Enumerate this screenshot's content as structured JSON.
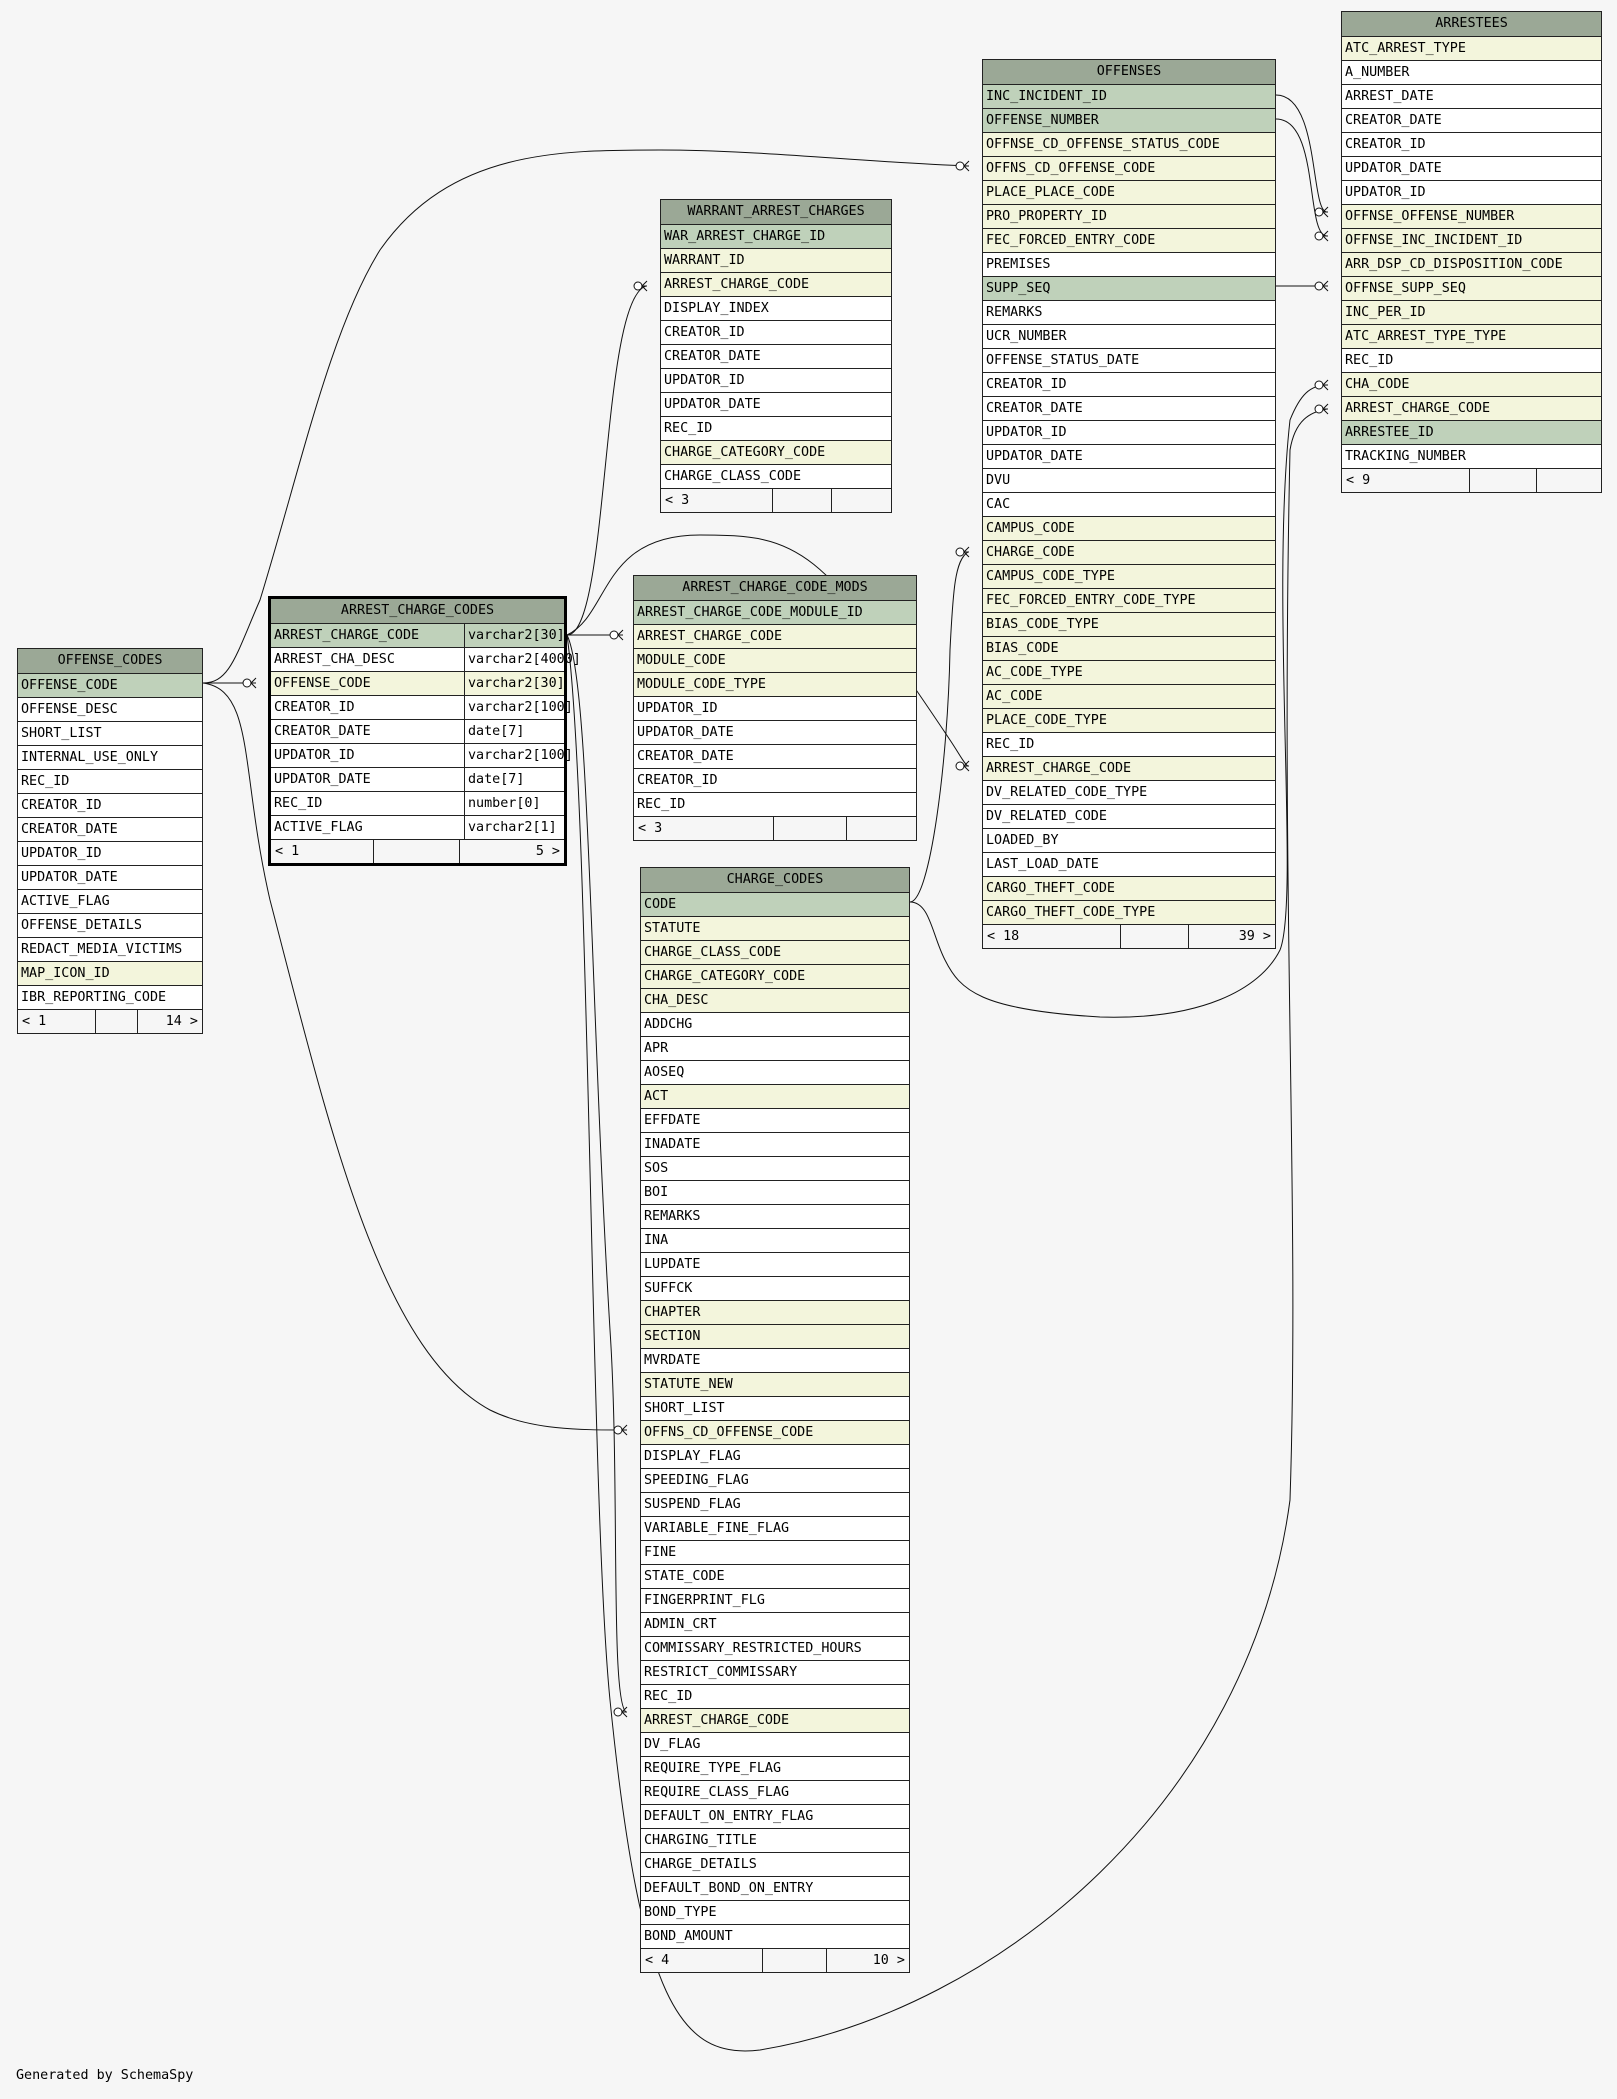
{
  "footer_text": "Generated by SchemaSpy",
  "colors": {
    "background": "#f6f6f6",
    "header": "#9ba896",
    "primary_key_row": "#bfd1ba",
    "foreign_key_row": "#f3f5dc",
    "plain_row": "#ffffff"
  },
  "tables": [
    {
      "id": "offense_codes",
      "name": "OFFENSE_CODES",
      "columns": [
        {
          "name": "OFFENSE_CODE",
          "kind": "pk"
        },
        {
          "name": "OFFENSE_DESC",
          "kind": "plain"
        },
        {
          "name": "SHORT_LIST",
          "kind": "plain"
        },
        {
          "name": "INTERNAL_USE_ONLY",
          "kind": "plain"
        },
        {
          "name": "REC_ID",
          "kind": "plain"
        },
        {
          "name": "CREATOR_ID",
          "kind": "plain"
        },
        {
          "name": "CREATOR_DATE",
          "kind": "plain"
        },
        {
          "name": "UPDATOR_ID",
          "kind": "plain"
        },
        {
          "name": "UPDATOR_DATE",
          "kind": "plain"
        },
        {
          "name": "ACTIVE_FLAG",
          "kind": "plain"
        },
        {
          "name": "OFFENSE_DETAILS",
          "kind": "plain"
        },
        {
          "name": "REDACT_MEDIA_VICTIMS",
          "kind": "plain"
        },
        {
          "name": "MAP_ICON_ID",
          "kind": "fk"
        },
        {
          "name": "IBR_REPORTING_CODE",
          "kind": "plain"
        }
      ],
      "footer": [
        "< 1",
        "",
        "14 >"
      ]
    },
    {
      "id": "arrest_charge_codes",
      "name": "ARREST_CHARGE_CODES",
      "focus": true,
      "columns": [
        {
          "name": "ARREST_CHARGE_CODE",
          "type": "varchar2[30]",
          "kind": "pk"
        },
        {
          "name": "ARREST_CHA_DESC",
          "type": "varchar2[4000]",
          "kind": "plain"
        },
        {
          "name": "OFFENSE_CODE",
          "type": "varchar2[30]",
          "kind": "fk"
        },
        {
          "name": "CREATOR_ID",
          "type": "varchar2[100]",
          "kind": "plain"
        },
        {
          "name": "CREATOR_DATE",
          "type": "date[7]",
          "kind": "plain"
        },
        {
          "name": "UPDATOR_ID",
          "type": "varchar2[100]",
          "kind": "plain"
        },
        {
          "name": "UPDATOR_DATE",
          "type": "date[7]",
          "kind": "plain"
        },
        {
          "name": "REC_ID",
          "type": "number[0]",
          "kind": "plain"
        },
        {
          "name": "ACTIVE_FLAG",
          "type": "varchar2[1]",
          "kind": "plain"
        }
      ],
      "footer": [
        "< 1",
        "",
        "5 >"
      ]
    },
    {
      "id": "warrant_arrest_charges",
      "name": "WARRANT_ARREST_CHARGES",
      "columns": [
        {
          "name": "WAR_ARREST_CHARGE_ID",
          "kind": "pk"
        },
        {
          "name": "WARRANT_ID",
          "kind": "fk"
        },
        {
          "name": "ARREST_CHARGE_CODE",
          "kind": "fk"
        },
        {
          "name": "DISPLAY_INDEX",
          "kind": "plain"
        },
        {
          "name": "CREATOR_ID",
          "kind": "plain"
        },
        {
          "name": "CREATOR_DATE",
          "kind": "plain"
        },
        {
          "name": "UPDATOR_ID",
          "kind": "plain"
        },
        {
          "name": "UPDATOR_DATE",
          "kind": "plain"
        },
        {
          "name": "REC_ID",
          "kind": "plain"
        },
        {
          "name": "CHARGE_CATEGORY_CODE",
          "kind": "fk"
        },
        {
          "name": "CHARGE_CLASS_CODE",
          "kind": "plain"
        }
      ],
      "footer": [
        "< 3",
        "",
        ""
      ]
    },
    {
      "id": "arrest_charge_code_mods",
      "name": "ARREST_CHARGE_CODE_MODS",
      "columns": [
        {
          "name": "ARREST_CHARGE_CODE_MODULE_ID",
          "kind": "pk"
        },
        {
          "name": "ARREST_CHARGE_CODE",
          "kind": "fk"
        },
        {
          "name": "MODULE_CODE",
          "kind": "fk"
        },
        {
          "name": "MODULE_CODE_TYPE",
          "kind": "fk"
        },
        {
          "name": "UPDATOR_ID",
          "kind": "plain"
        },
        {
          "name": "UPDATOR_DATE",
          "kind": "plain"
        },
        {
          "name": "CREATOR_DATE",
          "kind": "plain"
        },
        {
          "name": "CREATOR_ID",
          "kind": "plain"
        },
        {
          "name": "REC_ID",
          "kind": "plain"
        }
      ],
      "footer": [
        "< 3",
        "",
        ""
      ]
    },
    {
      "id": "charge_codes",
      "name": "CHARGE_CODES",
      "columns": [
        {
          "name": "CODE",
          "kind": "pk"
        },
        {
          "name": "STATUTE",
          "kind": "fk"
        },
        {
          "name": "CHARGE_CLASS_CODE",
          "kind": "fk"
        },
        {
          "name": "CHARGE_CATEGORY_CODE",
          "kind": "fk"
        },
        {
          "name": "CHA_DESC",
          "kind": "fk"
        },
        {
          "name": "ADDCHG",
          "kind": "plain"
        },
        {
          "name": "APR",
          "kind": "plain"
        },
        {
          "name": "AOSEQ",
          "kind": "plain"
        },
        {
          "name": "ACT",
          "kind": "fk"
        },
        {
          "name": "EFFDATE",
          "kind": "plain"
        },
        {
          "name": "INADATE",
          "kind": "plain"
        },
        {
          "name": "SOS",
          "kind": "plain"
        },
        {
          "name": "BOI",
          "kind": "plain"
        },
        {
          "name": "REMARKS",
          "kind": "plain"
        },
        {
          "name": "INA",
          "kind": "plain"
        },
        {
          "name": "LUPDATE",
          "kind": "plain"
        },
        {
          "name": "SUFFCK",
          "kind": "plain"
        },
        {
          "name": "CHAPTER",
          "kind": "fk"
        },
        {
          "name": "SECTION",
          "kind": "fk"
        },
        {
          "name": "MVRDATE",
          "kind": "plain"
        },
        {
          "name": "STATUTE_NEW",
          "kind": "fk"
        },
        {
          "name": "SHORT_LIST",
          "kind": "plain"
        },
        {
          "name": "OFFNS_CD_OFFENSE_CODE",
          "kind": "fk"
        },
        {
          "name": "DISPLAY_FLAG",
          "kind": "plain"
        },
        {
          "name": "SPEEDING_FLAG",
          "kind": "plain"
        },
        {
          "name": "SUSPEND_FLAG",
          "kind": "plain"
        },
        {
          "name": "VARIABLE_FINE_FLAG",
          "kind": "plain"
        },
        {
          "name": "FINE",
          "kind": "plain"
        },
        {
          "name": "STATE_CODE",
          "kind": "plain"
        },
        {
          "name": "FINGERPRINT_FLG",
          "kind": "plain"
        },
        {
          "name": "ADMIN_CRT",
          "kind": "plain"
        },
        {
          "name": "COMMISSARY_RESTRICTED_HOURS",
          "kind": "plain"
        },
        {
          "name": "RESTRICT_COMMISSARY",
          "kind": "plain"
        },
        {
          "name": "REC_ID",
          "kind": "plain"
        },
        {
          "name": "ARREST_CHARGE_CODE",
          "kind": "fk"
        },
        {
          "name": "DV_FLAG",
          "kind": "plain"
        },
        {
          "name": "REQUIRE_TYPE_FLAG",
          "kind": "plain"
        },
        {
          "name": "REQUIRE_CLASS_FLAG",
          "kind": "plain"
        },
        {
          "name": "DEFAULT_ON_ENTRY_FLAG",
          "kind": "plain"
        },
        {
          "name": "CHARGING_TITLE",
          "kind": "plain"
        },
        {
          "name": "CHARGE_DETAILS",
          "kind": "plain"
        },
        {
          "name": "DEFAULT_BOND_ON_ENTRY",
          "kind": "plain"
        },
        {
          "name": "BOND_TYPE",
          "kind": "plain"
        },
        {
          "name": "BOND_AMOUNT",
          "kind": "plain"
        }
      ],
      "footer": [
        "< 4",
        "",
        "10 >"
      ]
    },
    {
      "id": "offenses",
      "name": "OFFENSES",
      "columns": [
        {
          "name": "INC_INCIDENT_ID",
          "kind": "pk"
        },
        {
          "name": "OFFENSE_NUMBER",
          "kind": "pk"
        },
        {
          "name": "OFFNSE_CD_OFFENSE_STATUS_CODE",
          "kind": "fk"
        },
        {
          "name": "OFFNS_CD_OFFENSE_CODE",
          "kind": "fk"
        },
        {
          "name": "PLACE_PLACE_CODE",
          "kind": "fk"
        },
        {
          "name": "PRO_PROPERTY_ID",
          "kind": "fk"
        },
        {
          "name": "FEC_FORCED_ENTRY_CODE",
          "kind": "fk"
        },
        {
          "name": "PREMISES",
          "kind": "plain"
        },
        {
          "name": "SUPP_SEQ",
          "kind": "pk"
        },
        {
          "name": "REMARKS",
          "kind": "plain"
        },
        {
          "name": "UCR_NUMBER",
          "kind": "plain"
        },
        {
          "name": "OFFENSE_STATUS_DATE",
          "kind": "plain"
        },
        {
          "name": "CREATOR_ID",
          "kind": "plain"
        },
        {
          "name": "CREATOR_DATE",
          "kind": "plain"
        },
        {
          "name": "UPDATOR_ID",
          "kind": "plain"
        },
        {
          "name": "UPDATOR_DATE",
          "kind": "plain"
        },
        {
          "name": "DVU",
          "kind": "plain"
        },
        {
          "name": "CAC",
          "kind": "plain"
        },
        {
          "name": "CAMPUS_CODE",
          "kind": "fk"
        },
        {
          "name": "CHARGE_CODE",
          "kind": "fk"
        },
        {
          "name": "CAMPUS_CODE_TYPE",
          "kind": "fk"
        },
        {
          "name": "FEC_FORCED_ENTRY_CODE_TYPE",
          "kind": "fk"
        },
        {
          "name": "BIAS_CODE_TYPE",
          "kind": "fk"
        },
        {
          "name": "BIAS_CODE",
          "kind": "fk"
        },
        {
          "name": "AC_CODE_TYPE",
          "kind": "fk"
        },
        {
          "name": "AC_CODE",
          "kind": "fk"
        },
        {
          "name": "PLACE_CODE_TYPE",
          "kind": "fk"
        },
        {
          "name": "REC_ID",
          "kind": "plain"
        },
        {
          "name": "ARREST_CHARGE_CODE",
          "kind": "fk"
        },
        {
          "name": "DV_RELATED_CODE_TYPE",
          "kind": "plain"
        },
        {
          "name": "DV_RELATED_CODE",
          "kind": "plain"
        },
        {
          "name": "LOADED_BY",
          "kind": "plain"
        },
        {
          "name": "LAST_LOAD_DATE",
          "kind": "plain"
        },
        {
          "name": "CARGO_THEFT_CODE",
          "kind": "fk"
        },
        {
          "name": "CARGO_THEFT_CODE_TYPE",
          "kind": "fk"
        }
      ],
      "footer": [
        "< 18",
        "",
        "39 >"
      ]
    },
    {
      "id": "arrestees",
      "name": "ARRESTEES",
      "columns": [
        {
          "name": "ATC_ARREST_TYPE",
          "kind": "fk"
        },
        {
          "name": "A_NUMBER",
          "kind": "plain"
        },
        {
          "name": "ARREST_DATE",
          "kind": "plain"
        },
        {
          "name": "CREATOR_DATE",
          "kind": "plain"
        },
        {
          "name": "CREATOR_ID",
          "kind": "plain"
        },
        {
          "name": "UPDATOR_DATE",
          "kind": "plain"
        },
        {
          "name": "UPDATOR_ID",
          "kind": "plain"
        },
        {
          "name": "OFFNSE_OFFENSE_NUMBER",
          "kind": "fk"
        },
        {
          "name": "OFFNSE_INC_INCIDENT_ID",
          "kind": "fk"
        },
        {
          "name": "ARR_DSP_CD_DISPOSITION_CODE",
          "kind": "fk"
        },
        {
          "name": "OFFNSE_SUPP_SEQ",
          "kind": "fk"
        },
        {
          "name": "INC_PER_ID",
          "kind": "fk"
        },
        {
          "name": "ATC_ARREST_TYPE_TYPE",
          "kind": "fk"
        },
        {
          "name": "REC_ID",
          "kind": "plain"
        },
        {
          "name": "CHA_CODE",
          "kind": "fk"
        },
        {
          "name": "ARREST_CHARGE_CODE",
          "kind": "fk"
        },
        {
          "name": "ARRESTEE_ID",
          "kind": "pk"
        },
        {
          "name": "TRACKING_NUMBER",
          "kind": "plain"
        }
      ],
      "footer": [
        "< 9",
        "",
        ""
      ]
    }
  ],
  "relationships": [
    {
      "from_table": "ARREST_CHARGE_CODES",
      "from_column": "OFFENSE_CODE",
      "to_table": "OFFENSE_CODES",
      "to_column": "OFFENSE_CODE"
    },
    {
      "from_table": "OFFENSES",
      "from_column": "OFFNS_CD_OFFENSE_CODE",
      "to_table": "OFFENSE_CODES",
      "to_column": "OFFENSE_CODE"
    },
    {
      "from_table": "CHARGE_CODES",
      "from_column": "OFFNS_CD_OFFENSE_CODE",
      "to_table": "OFFENSE_CODES",
      "to_column": "OFFENSE_CODE"
    },
    {
      "from_table": "WARRANT_ARREST_CHARGES",
      "from_column": "ARREST_CHARGE_CODE",
      "to_table": "ARREST_CHARGE_CODES",
      "to_column": "ARREST_CHARGE_CODE"
    },
    {
      "from_table": "ARREST_CHARGE_CODE_MODS",
      "from_column": "ARREST_CHARGE_CODE",
      "to_table": "ARREST_CHARGE_CODES",
      "to_column": "ARREST_CHARGE_CODE"
    },
    {
      "from_table": "CHARGE_CODES",
      "from_column": "ARREST_CHARGE_CODE",
      "to_table": "ARREST_CHARGE_CODES",
      "to_column": "ARREST_CHARGE_CODE"
    },
    {
      "from_table": "OFFENSES",
      "from_column": "ARREST_CHARGE_CODE",
      "to_table": "ARREST_CHARGE_CODES",
      "to_column": "ARREST_CHARGE_CODE"
    },
    {
      "from_table": "ARRESTEES",
      "from_column": "ARREST_CHARGE_CODE",
      "to_table": "ARREST_CHARGE_CODES",
      "to_column": "ARREST_CHARGE_CODE"
    },
    {
      "from_table": "OFFENSES",
      "from_column": "CHARGE_CODE",
      "to_table": "CHARGE_CODES",
      "to_column": "CODE"
    },
    {
      "from_table": "ARRESTEES",
      "from_column": "CHA_CODE",
      "to_table": "CHARGE_CODES",
      "to_column": "CODE"
    },
    {
      "from_table": "ARRESTEES",
      "from_column": "OFFNSE_OFFENSE_NUMBER",
      "to_table": "OFFENSES",
      "to_column": "OFFENSE_NUMBER"
    },
    {
      "from_table": "ARRESTEES",
      "from_column": "OFFNSE_INC_INCIDENT_ID",
      "to_table": "OFFENSES",
      "to_column": "INC_INCIDENT_ID"
    },
    {
      "from_table": "ARRESTEES",
      "from_column": "OFFNSE_SUPP_SEQ",
      "to_table": "OFFENSES",
      "to_column": "SUPP_SEQ"
    }
  ]
}
